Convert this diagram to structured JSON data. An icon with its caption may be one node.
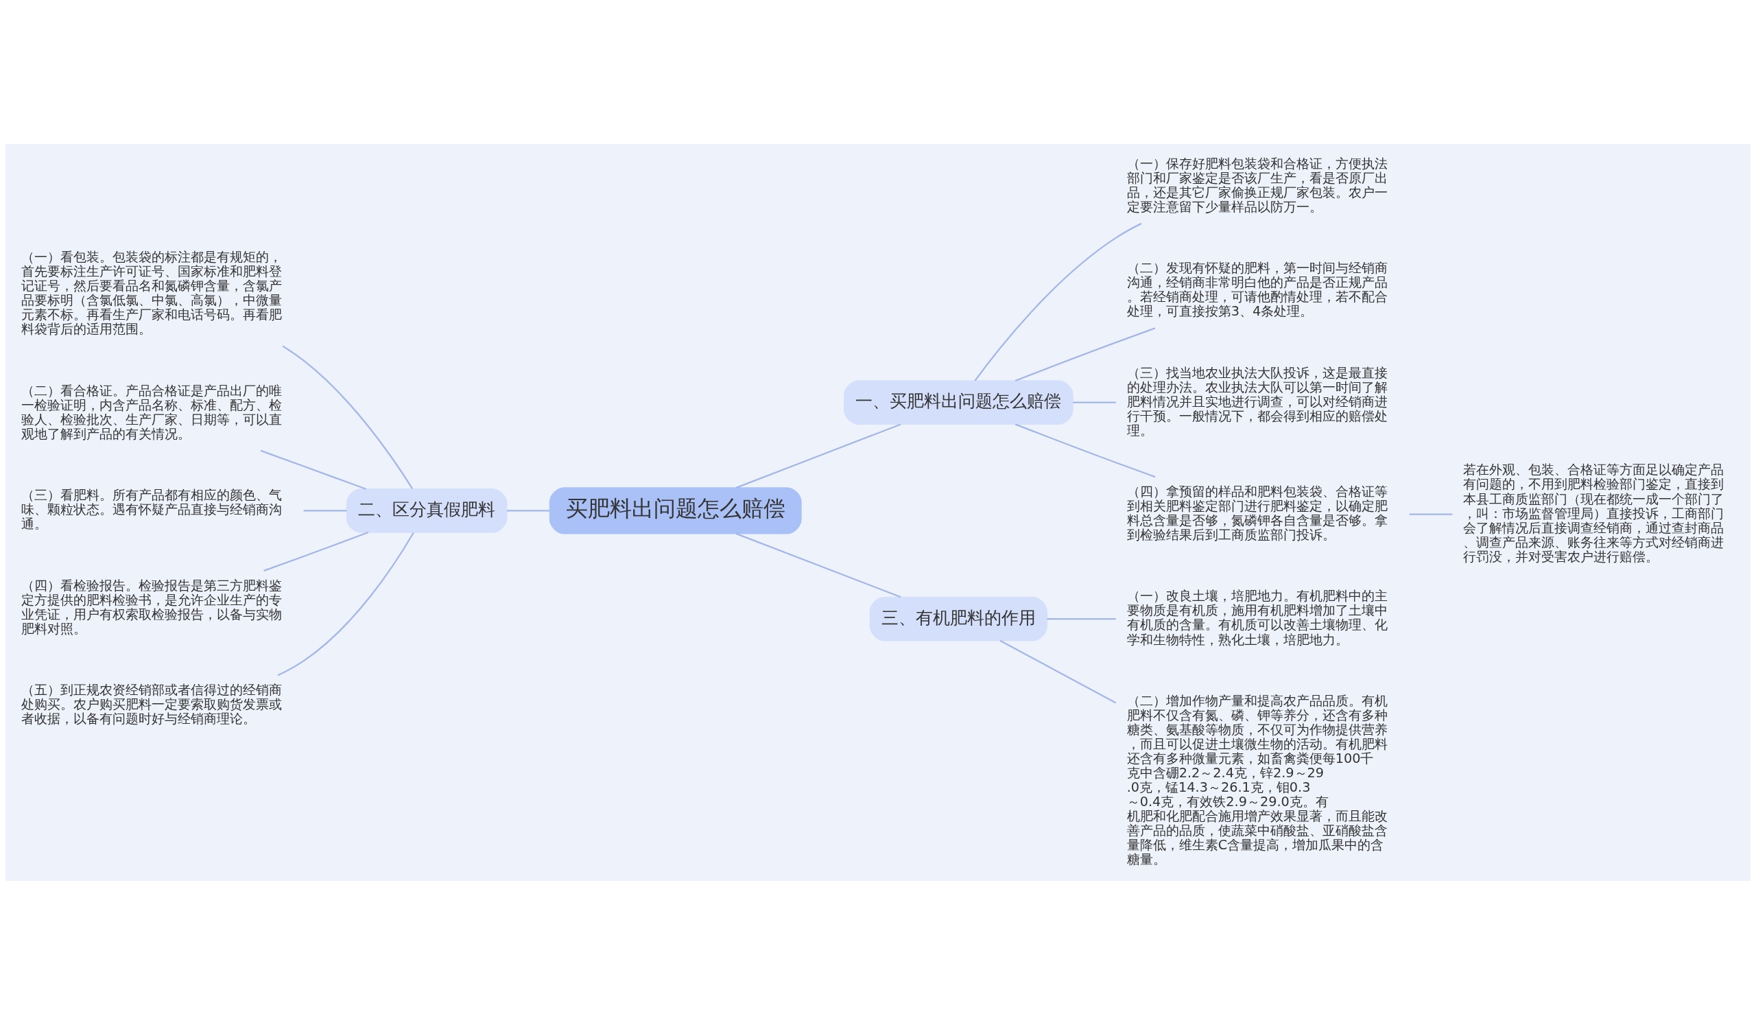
{
  "diagram": {
    "nodes": [
      {
        "text": [
          "买肥料出问题怎么赔偿"
        ]
      },
      {
        "text": [
          "一、买肥料出问题怎么赔偿"
        ]
      },
      {
        "text": [
          "（一）保存好肥料包装袋和合格证，方便执法部门和厂家鉴定是否该厂生产，看是否原厂出品，还是其它厂家偷换正规厂家包装。农户一定要注意留下少量样品以防万一。"
        ]
      },
      {
        "text": [
          "（二）发现有怀疑的肥料，第一时间与经销商沟通，经销商非常明白他的产品是否正规产品。若经销商处理，可请他酌情处理，若不配合处理，可直接按第3、4条处理。"
        ]
      },
      {
        "text": [
          "（三）找当地农业执法大队投诉，这是最直接的处理办法。农业执法大队可以第一时间了解肥料情况并且实地进行调查，可以对经销商进行干预。一般情况下，都会得到相应的赔偿处理。"
        ]
      },
      {
        "text": [
          "（四）拿预留的样品和肥料包装袋、合格证等到相关肥料鉴定部门进行肥料鉴定，以确定肥料总含量是否够，氮磷钾各自含量是否够。拿到检验结果后到工商质监部门投诉。"
        ]
      },
      {
        "text": [
          "若在外观、包装、合格证等方面足以确定产品有问题的，不用到肥料检验部门鉴定，直接到本县工商质监部门（现在都统一成一个部门了，叫：市场监督管理局）直接投诉，工商部门会了解情况后直接调查经销商，通过查封商品、调查产品来源、账务往来等方式对经销商进行罚没，并对受害农户进行赔偿。"
        ]
      },
      {
        "text": [
          "二、区分真假肥料"
        ]
      },
      {
        "text": [
          "（一）看包装。包装袋的标注都是有规矩的，首先要标注生产许可证号、国家标准和肥料登记证号，然后要看品名和氮磷钾含量，含氯产品要标明（含氯低氯、中氯、高氯），中微量元素不标。再看生产厂家和电话号码。再看肥料袋背后的适用范围。"
        ]
      },
      {
        "text": [
          "（二）看合格证。产品合格证是产品出厂的唯一检验证明，内含产品名称、标准、配方、检验人、检验批次、生产厂家、日期等，可以直观地了解到产品的有关情况。"
        ]
      },
      {
        "text": [
          "（三）看肥料。所有产品都有相应的颜色、气味、颗粒状态。遇有怀疑产品直接与经销商沟通。"
        ]
      },
      {
        "text": [
          "（四）看检验报告。检验报告是第三方肥料鉴定方提供的肥料检验书，是允许企业生产的专业凭证，用户有权索取检验报告，以备与实物肥料对照。"
        ]
      },
      {
        "text": [
          "（五）到正规农资经销部或者信得过的经销商处购买。农户购买肥料一定要索取购货发票或者收据，以备有问题时好与经销商理论。"
        ]
      },
      {
        "text": [
          "三、有机肥料的作用"
        ]
      },
      {
        "text": [
          "（一）改良土壤，培肥地力。有机肥料中的主要物质是有机质，施用有机肥料增加了土壤中有机质的含量。有机质可以改善土壤物理、化学和生物特性，熟化土壤，培肥地力。"
        ]
      },
      {
        "text": [
          "（二）增加作物产量和提高农产品品质。有机肥料不仅含有氮、磷、钾等养分，还含有多种糖类、氨基酸等物质，不仅可为作物提供营养，而且可以促进土壤微生物的活动。有机肥料还含有多种微量元素，如畜禽粪便每100千克中含硼2.2～2.4克，锌2.9～29.0克，锰14.3～26.1克，钼0.3～0.4克，有效铁2.9～29.0克。有机肥和化肥配合施用增产效果显著，而且能改善产品的品质，使蔬菜中硝酸盐、亚硝酸盐含量降低，维生素C含量提高，增加瓜果中的含糖量。"
        ]
      }
    ],
    "edges": [
      {
        "from": 0,
        "to": 1,
        "arrow": "none"
      },
      {
        "from": 1,
        "to": 2,
        "arrow": "none"
      },
      {
        "from": 1,
        "to": 3,
        "arrow": "none"
      },
      {
        "from": 1,
        "to": 4,
        "arrow": "none"
      },
      {
        "from": 1,
        "to": 5,
        "arrow": "none"
      },
      {
        "from": 5,
        "to": 6,
        "arrow": "none"
      },
      {
        "from": 0,
        "to": 7,
        "arrow": "none"
      },
      {
        "from": 7,
        "to": 8,
        "arrow": "none"
      },
      {
        "from": 7,
        "to": 9,
        "arrow": "none"
      },
      {
        "from": 7,
        "to": 10,
        "arrow": "none"
      },
      {
        "from": 7,
        "to": 11,
        "arrow": "none"
      },
      {
        "from": 7,
        "to": 12,
        "arrow": "none"
      },
      {
        "from": 0,
        "to": 13,
        "arrow": "none"
      },
      {
        "from": 13,
        "to": 14,
        "arrow": "none"
      },
      {
        "from": 13,
        "to": 15,
        "arrow": "none"
      }
    ]
  }
}
